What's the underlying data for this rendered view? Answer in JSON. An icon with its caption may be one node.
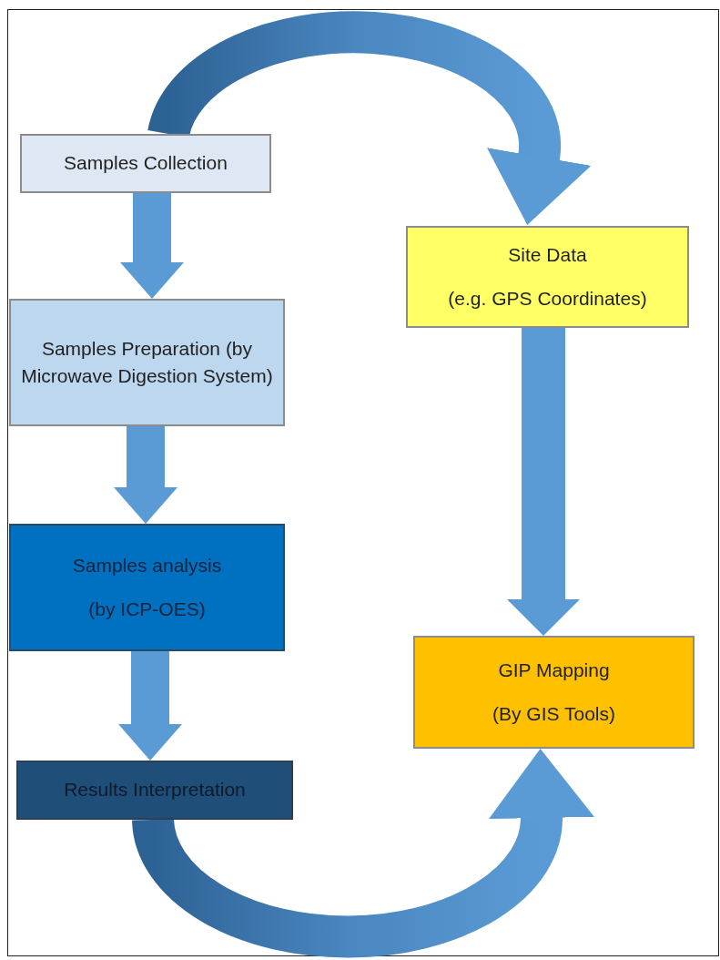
{
  "diagram": {
    "nodes": [
      {
        "text": [
          "Samples Collection"
        ]
      },
      {
        "text": [
          "Samples Preparation (by Microwave Digestion System)"
        ]
      },
      {
        "text": [
          "Samples analysis",
          "(by ICP-OES)"
        ]
      },
      {
        "text": [
          "Results Interpretation"
        ]
      },
      {
        "text": [
          "Site Data",
          "(e.g. GPS Coordinates)"
        ]
      },
      {
        "text": [
          "GIP Mapping",
          "(By GIS Tools)"
        ]
      }
    ],
    "edges": [
      {
        "from": 0,
        "to": 4,
        "arrow": "to"
      },
      {
        "from": 0,
        "to": 1,
        "arrow": "to"
      },
      {
        "from": 1,
        "to": 2,
        "arrow": "to"
      },
      {
        "from": 2,
        "to": 3,
        "arrow": "to"
      },
      {
        "from": 4,
        "to": 5,
        "arrow": "to"
      },
      {
        "from": 3,
        "to": 5,
        "arrow": "to"
      }
    ]
  }
}
